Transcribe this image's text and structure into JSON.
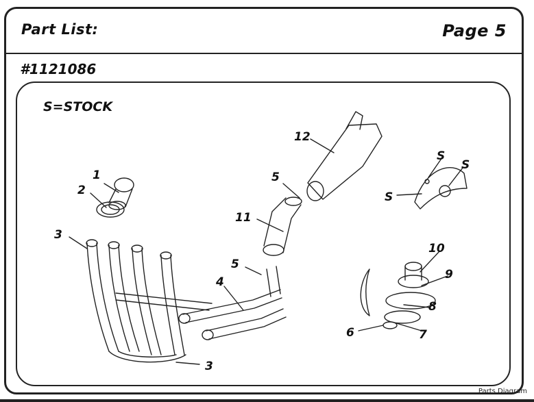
{
  "header": {
    "title": "Part List:",
    "page": "Page 5"
  },
  "part_number": "#1121086",
  "legend": "S=STOCK",
  "callouts": {
    "c1": "1",
    "c2": "2",
    "c3a": "3",
    "c3b": "3",
    "c4": "4",
    "c5a": "5",
    "c5b": "5",
    "c6": "6",
    "c7": "7",
    "c8": "8",
    "c9": "9",
    "c10": "10",
    "c11": "11",
    "c12": "12",
    "s1": "S",
    "s2": "S",
    "s3": "S"
  },
  "caption": "Parts Diagram"
}
